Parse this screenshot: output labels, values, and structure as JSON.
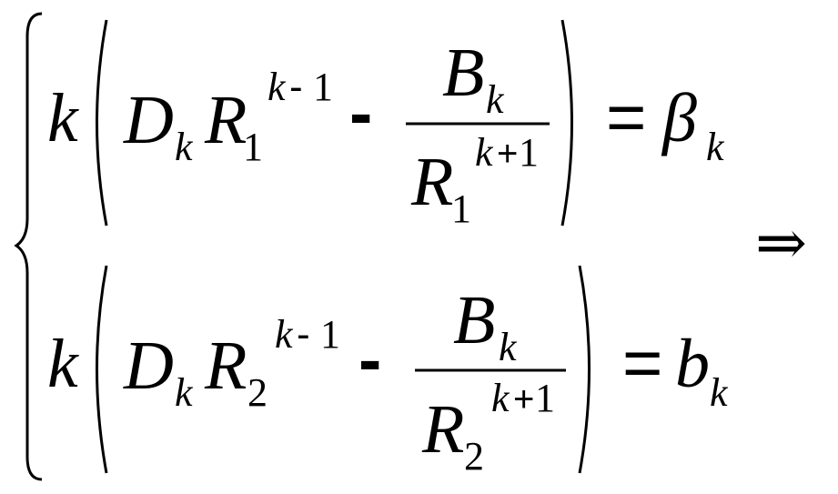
{
  "equation_1": {
    "k": "k",
    "D": "D",
    "D_sub": "k",
    "R": "R",
    "R_sub": "1",
    "exp": "k",
    "exp_op": "-",
    "exp_num": "1",
    "minus": "-",
    "B": "B",
    "B_sub": "k",
    "den_R": "R",
    "den_R_sub": "1",
    "den_exp": "k",
    "den_exp_op": "+",
    "den_exp_num": "1",
    "equals": "=",
    "rhs": "β",
    "rhs_sub": "k"
  },
  "equation_2": {
    "k": "k",
    "D": "D",
    "D_sub": "k",
    "R": "R",
    "R_sub": "2",
    "exp": "k",
    "exp_op": "-",
    "exp_num": "1",
    "minus": "-",
    "B": "B",
    "B_sub": "k",
    "den_R": "R",
    "den_R_sub": "2",
    "den_exp": "k",
    "den_exp_op": "+",
    "den_exp_num": "1",
    "equals": "=",
    "rhs": "b",
    "rhs_sub": "k"
  },
  "implies": "⇒"
}
